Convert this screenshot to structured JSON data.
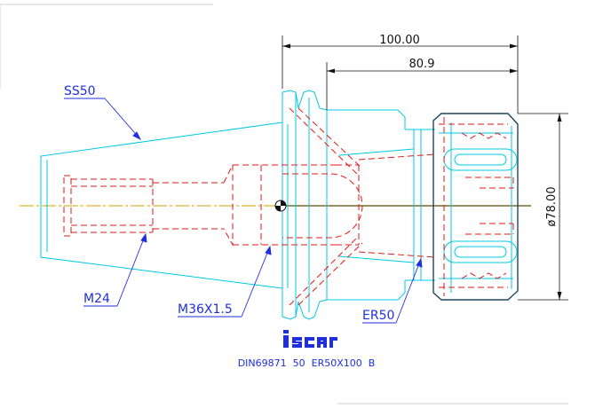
{
  "colors": {
    "cyan": "#00c8e6",
    "red": "#e31818",
    "blue": "#1f2ee0",
    "dark": "#1e4660",
    "center": "#d2a000",
    "dim": "#111111"
  },
  "dimensions": {
    "overall_length": "100.00",
    "gauge_length": "80.9",
    "diameter": "ø78.00"
  },
  "labels": {
    "taper": "SS50",
    "thread_rear": "M24",
    "thread_mid": "M36X1.5",
    "collet": "ER50"
  },
  "logo": {
    "text": "iscar"
  },
  "part_number": "DIN69871  50  ER50X100  B"
}
